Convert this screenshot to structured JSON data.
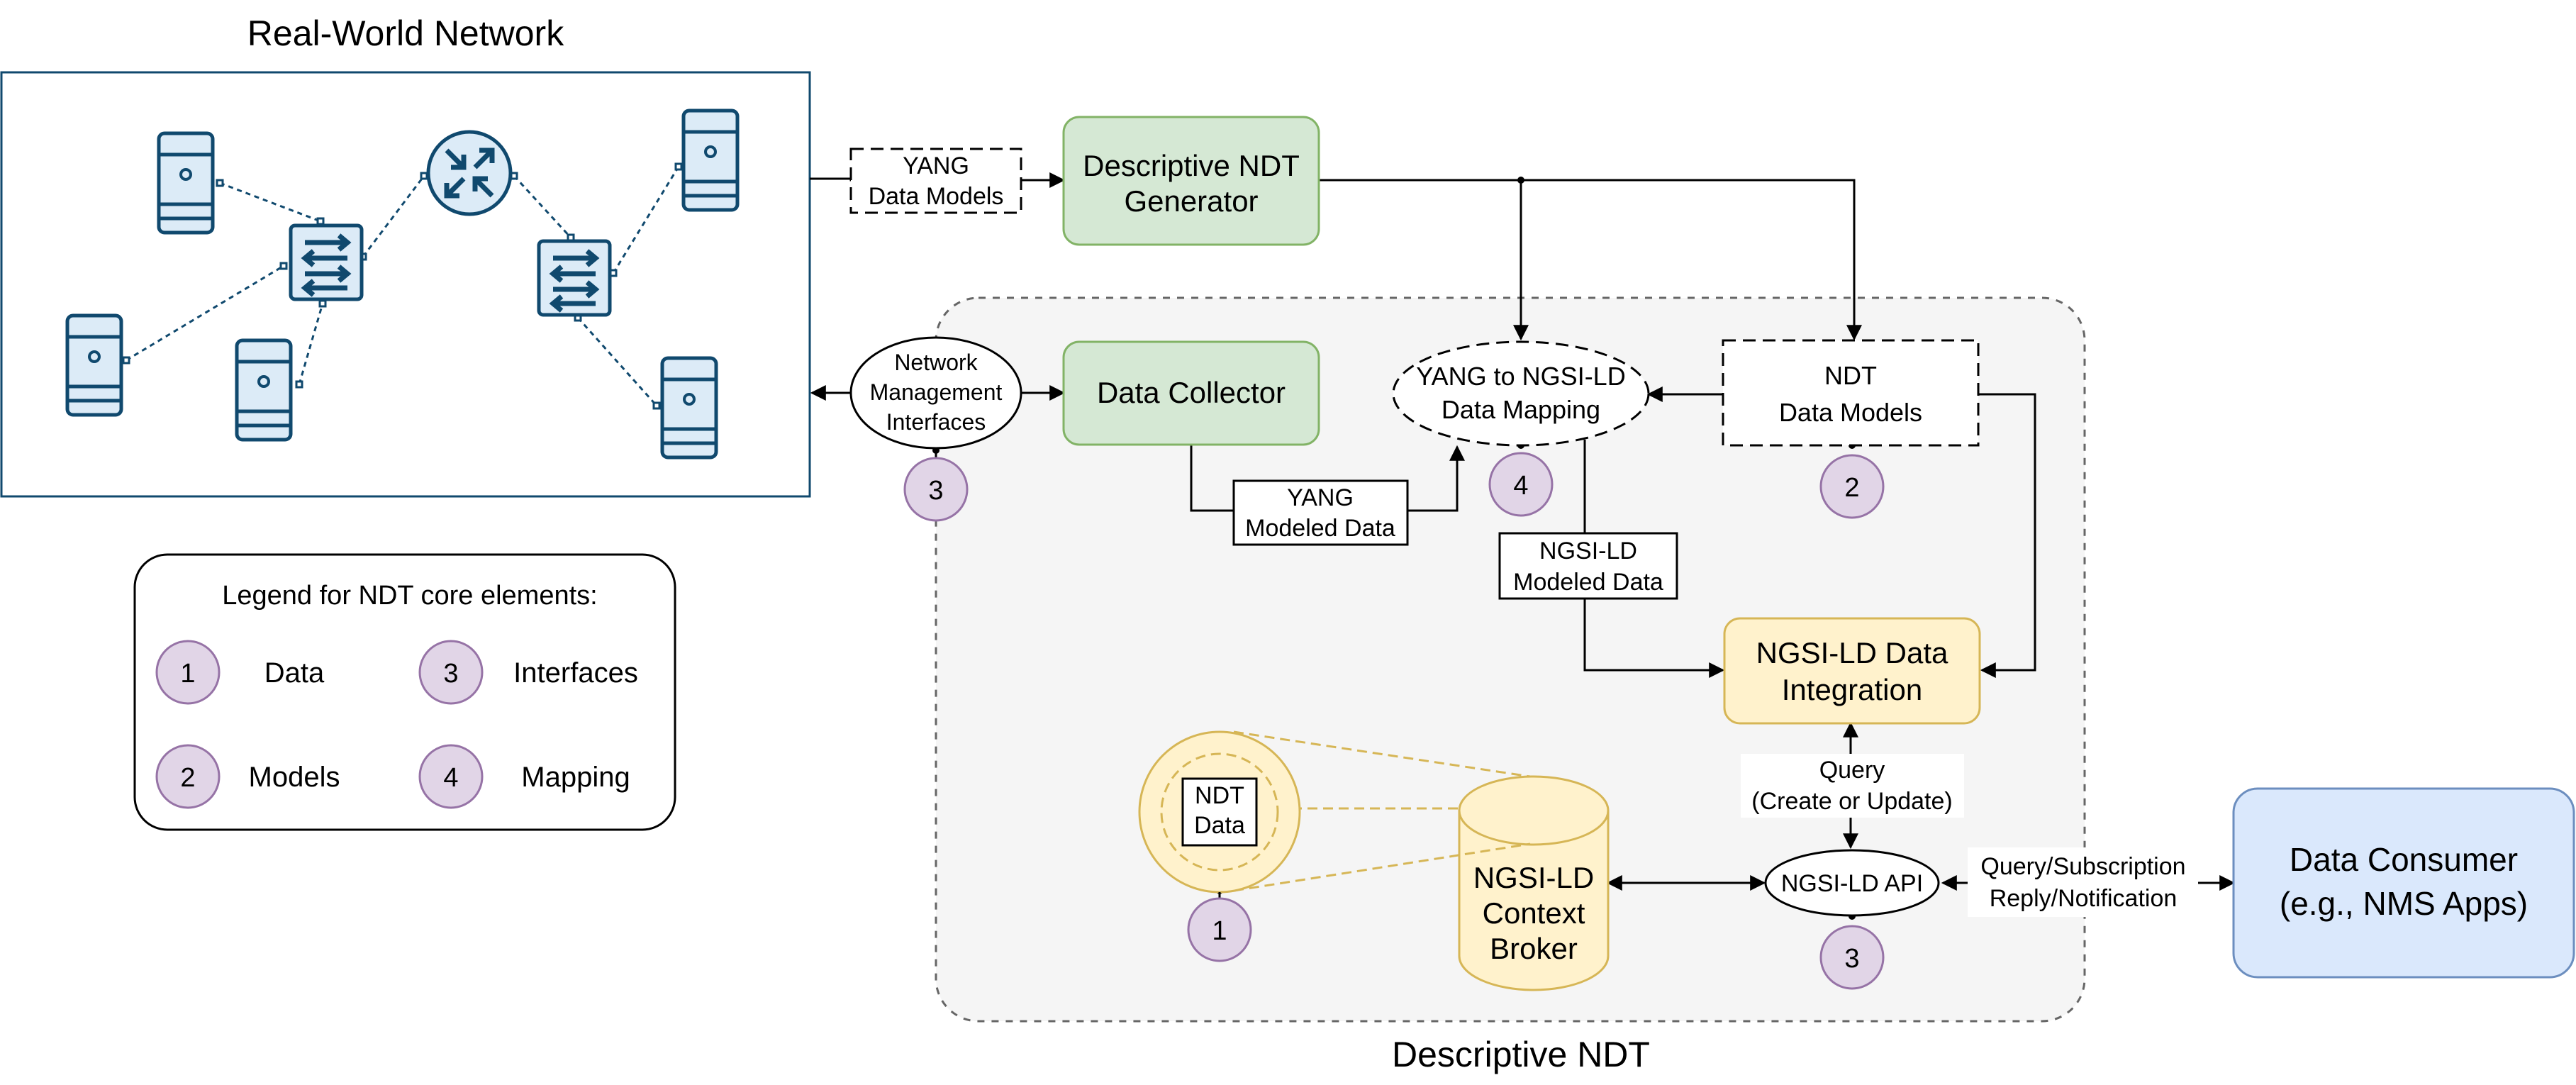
{
  "titles": {
    "real_world_network": "Real-World Network",
    "descriptive_ndt": "Descriptive NDT"
  },
  "blocks": {
    "generator": [
      "Descriptive NDT",
      "Generator"
    ],
    "collector": "Data Collector",
    "integration": [
      "NGSI-LD Data",
      "Integration"
    ],
    "consumer": [
      "Data Consumer",
      "(e.g., NMS Apps)"
    ],
    "broker": [
      "NGSI-LD",
      "Context",
      "Broker"
    ],
    "ndt_models": [
      "NDT",
      "Data Models"
    ],
    "mapping": [
      "YANG to NGSI-LD",
      "Data Mapping"
    ],
    "nm_interfaces": [
      "Network",
      "Management",
      "Interfaces"
    ],
    "api": "NGSI-LD API",
    "ndt_data": [
      "NDT",
      "Data"
    ]
  },
  "edge_labels": {
    "yang_models": [
      "YANG",
      "Data Models"
    ],
    "yang_modeled": [
      "YANG",
      "Modeled Data"
    ],
    "ngsi_modeled": [
      "NGSI-LD",
      "Modeled Data"
    ],
    "query": [
      "Query",
      "(Create or Update)"
    ],
    "subscription": [
      "Query/Subscription",
      "Reply/Notification"
    ]
  },
  "badges": {
    "nm_interfaces": "3",
    "mapping": "4",
    "ndt_models": "2",
    "ndt_data": "1",
    "api": "3"
  },
  "legend": {
    "title": "Legend for NDT core elements:",
    "items": [
      {
        "num": "1",
        "label": "Data"
      },
      {
        "num": "3",
        "label": "Interfaces"
      },
      {
        "num": "2",
        "label": "Models"
      },
      {
        "num": "4",
        "label": "Mapping"
      }
    ]
  },
  "colors": {
    "green_fill": "#d5e8d4",
    "green_stroke": "#82b366",
    "yellow_fill": "#fff2cc",
    "yellow_stroke": "#d6b656",
    "blue_fill": "#dae8fc",
    "blue_stroke": "#6c8ebf",
    "purple_fill": "#e1d5e7",
    "purple_stroke": "#9673a6",
    "device_stroke": "#10496e",
    "device_fill": "#dcebf7"
  },
  "network_icons": [
    "server-icon",
    "server-icon",
    "server-icon",
    "server-icon",
    "server-icon",
    "switch-icon",
    "switch-icon",
    "router-icon"
  ]
}
